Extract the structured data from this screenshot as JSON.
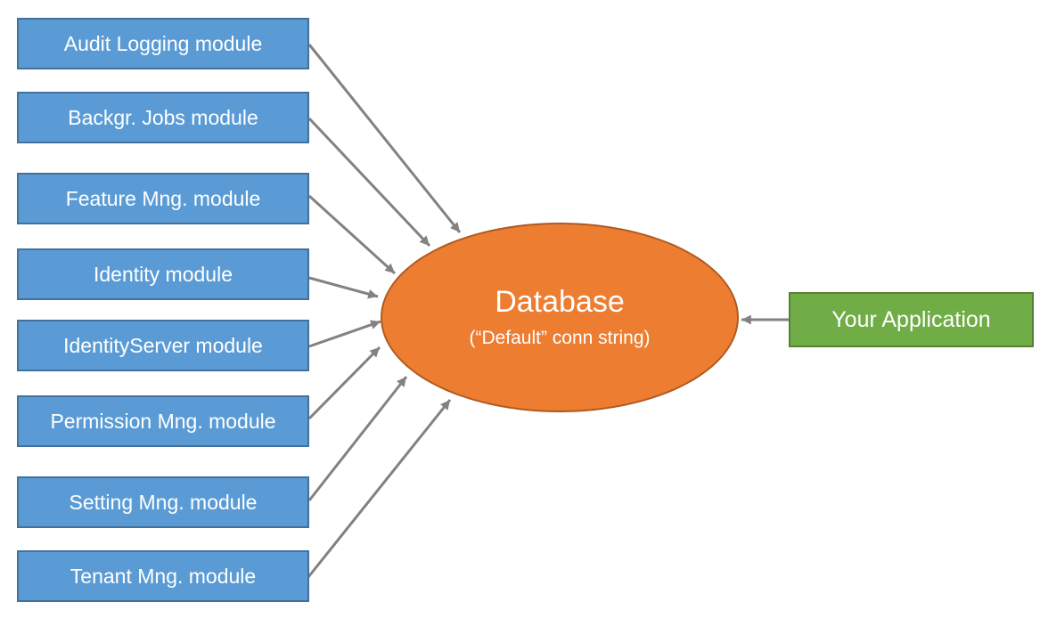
{
  "diagram": {
    "modules": [
      {
        "label": "Audit Logging module"
      },
      {
        "label": "Backgr. Jobs module"
      },
      {
        "label": "Feature Mng. module"
      },
      {
        "label": "Identity module"
      },
      {
        "label": "IdentityServer module"
      },
      {
        "label": "Permission Mng. module"
      },
      {
        "label": "Setting Mng. module"
      },
      {
        "label": "Tenant Mng. module"
      }
    ],
    "database": {
      "title": "Database",
      "subtitle": "(“Default” conn string)"
    },
    "application": {
      "label": "Your Application"
    },
    "colors": {
      "module_fill": "#5B9BD5",
      "module_border": "#41719C",
      "database_fill": "#ED7D31",
      "database_border": "#AE5A21",
      "application_fill": "#70AD47",
      "application_border": "#548235",
      "arrow": "#828282",
      "text": "#FFFFFF"
    }
  }
}
